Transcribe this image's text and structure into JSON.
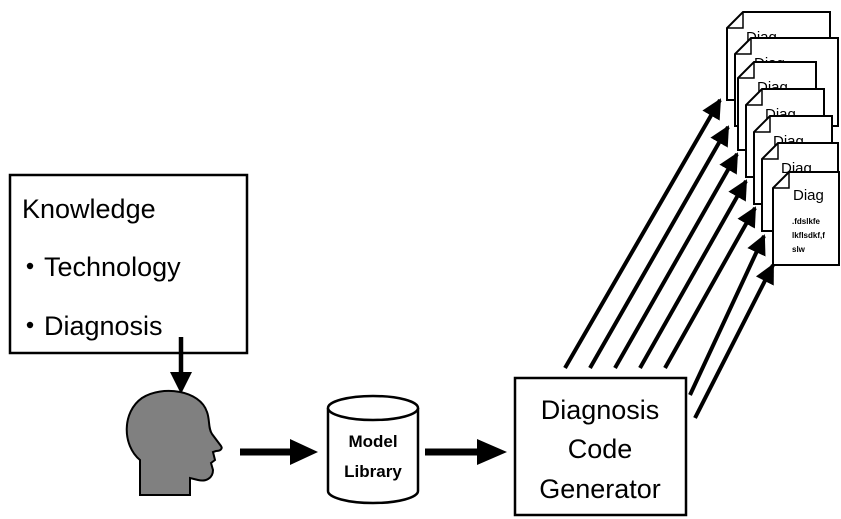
{
  "knowledge_box": {
    "title": "Knowledge",
    "items": [
      "Technology",
      "Diagnosis"
    ]
  },
  "model_library": {
    "line1": "Model",
    "line2": "Library"
  },
  "generator": {
    "line1": "Diagnosis",
    "line2": "Code",
    "line3": "Generator"
  },
  "output_doc": {
    "label": "Diag",
    "code_lines": [
      ".fdslkfe",
      "lkflsdkf,f",
      "slw"
    ]
  },
  "colors": {
    "head_fill": "#808080",
    "line": "#000000",
    "background": "#ffffff"
  },
  "icons": {
    "person": "human-head-silhouette-icon",
    "database": "cylinder-database-icon",
    "document": "folded-corner-document-icon"
  }
}
